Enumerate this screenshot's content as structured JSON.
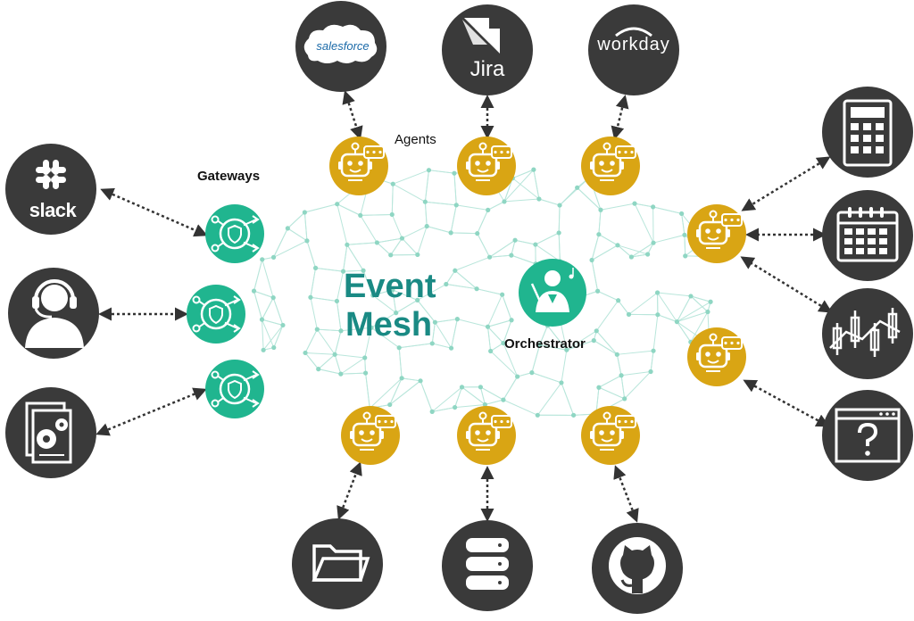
{
  "labels": {
    "gateways": "Gateways",
    "agents": "Agents",
    "orchestrator": "Orchestrator",
    "mesh_line1": "Event",
    "mesh_line2": "Mesh"
  },
  "logos": {
    "slack": "slack",
    "jira": "Jira",
    "workday": "workday",
    "salesforce": "salesforce"
  },
  "icons": {
    "left": [
      "slack-logo-icon",
      "support-agent-headset-icon",
      "document-settings-icon"
    ],
    "top": [
      "salesforce-logo-icon",
      "jira-logo-icon",
      "workday-logo-icon"
    ],
    "right": [
      "calculator-icon",
      "calendar-icon",
      "candlestick-chart-icon",
      "browser-help-icon"
    ],
    "bottom": [
      "folder-icon",
      "database-icon",
      "github-icon"
    ]
  },
  "colors": {
    "dark_node": "#3a3a3a",
    "gateway": "#20b58f",
    "agent": "#d9a514",
    "mesh_text": "#1a8a84",
    "mesh_lines": "#b9e6db",
    "mesh_dots": "#8fd6c3",
    "arrow": "#333333"
  }
}
